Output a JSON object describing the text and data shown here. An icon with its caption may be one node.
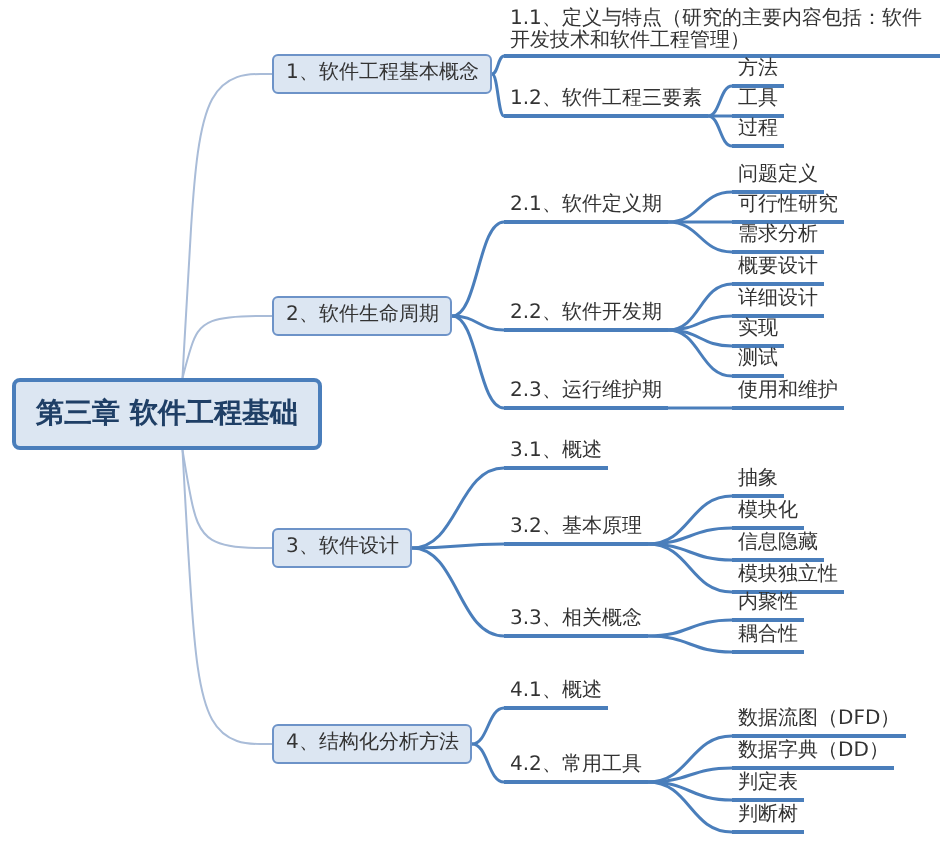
{
  "diagram": {
    "nodes": [
      {
        "text": [
          "第三章 软件工程基础"
        ]
      },
      {
        "text": [
          "1、软件工程基本概念"
        ]
      },
      {
        "text": [
          "1.1、定义与特点（研究的主要内容包括：软件开发技术和软件工程管理）"
        ]
      },
      {
        "text": [
          "1.2、软件工程三要素"
        ]
      },
      {
        "text": [
          "方法"
        ]
      },
      {
        "text": [
          "工具"
        ]
      },
      {
        "text": [
          "过程"
        ]
      },
      {
        "text": [
          "2、软件生命周期"
        ]
      },
      {
        "text": [
          "2.1、软件定义期"
        ]
      },
      {
        "text": [
          "问题定义"
        ]
      },
      {
        "text": [
          "可行性研究"
        ]
      },
      {
        "text": [
          "需求分析"
        ]
      },
      {
        "text": [
          "2.2、软件开发期"
        ]
      },
      {
        "text": [
          "概要设计"
        ]
      },
      {
        "text": [
          "详细设计"
        ]
      },
      {
        "text": [
          "实现"
        ]
      },
      {
        "text": [
          "测试"
        ]
      },
      {
        "text": [
          "2.3、运行维护期"
        ]
      },
      {
        "text": [
          "使用和维护"
        ]
      },
      {
        "text": [
          "3、软件设计"
        ]
      },
      {
        "text": [
          "3.1、概述"
        ]
      },
      {
        "text": [
          "3.2、基本原理"
        ]
      },
      {
        "text": [
          "抽象"
        ]
      },
      {
        "text": [
          "模块化"
        ]
      },
      {
        "text": [
          "信息隐藏"
        ]
      },
      {
        "text": [
          "模块独立性"
        ]
      },
      {
        "text": [
          "3.3、相关概念"
        ]
      },
      {
        "text": [
          "内聚性"
        ]
      },
      {
        "text": [
          "耦合性"
        ]
      },
      {
        "text": [
          "4、结构化分析方法"
        ]
      },
      {
        "text": [
          "4.1、概述"
        ]
      },
      {
        "text": [
          "4.2、常用工具"
        ]
      },
      {
        "text": [
          "数据流图（DFD）"
        ]
      },
      {
        "text": [
          "数据字典（DD）"
        ]
      },
      {
        "text": [
          "判定表"
        ]
      },
      {
        "text": [
          "判断树"
        ]
      }
    ],
    "edges": [
      {
        "from": 0,
        "to": 1,
        "arrow": "none",
        "color": "#a9bcd8"
      },
      {
        "from": 0,
        "to": 7,
        "arrow": "none",
        "color": "#a9bcd8"
      },
      {
        "from": 0,
        "to": 19,
        "arrow": "none",
        "color": "#a9bcd8"
      },
      {
        "from": 0,
        "to": 29,
        "arrow": "none",
        "color": "#a9bcd8"
      },
      {
        "from": 1,
        "to": 2,
        "arrow": "none"
      },
      {
        "from": 1,
        "to": 3,
        "arrow": "none"
      },
      {
        "from": 3,
        "to": 4,
        "arrow": "none"
      },
      {
        "from": 3,
        "to": 5,
        "arrow": "none"
      },
      {
        "from": 3,
        "to": 6,
        "arrow": "none"
      },
      {
        "from": 7,
        "to": 8,
        "arrow": "none"
      },
      {
        "from": 7,
        "to": 12,
        "arrow": "none"
      },
      {
        "from": 7,
        "to": 17,
        "arrow": "none"
      },
      {
        "from": 8,
        "to": 9,
        "arrow": "none"
      },
      {
        "from": 8,
        "to": 10,
        "arrow": "none"
      },
      {
        "from": 8,
        "to": 11,
        "arrow": "none"
      },
      {
        "from": 12,
        "to": 13,
        "arrow": "none"
      },
      {
        "from": 12,
        "to": 14,
        "arrow": "none"
      },
      {
        "from": 12,
        "to": 15,
        "arrow": "none"
      },
      {
        "from": 12,
        "to": 16,
        "arrow": "none"
      },
      {
        "from": 17,
        "to": 18,
        "arrow": "none"
      },
      {
        "from": 19,
        "to": 20,
        "arrow": "none"
      },
      {
        "from": 19,
        "to": 21,
        "arrow": "none"
      },
      {
        "from": 19,
        "to": 26,
        "arrow": "none"
      },
      {
        "from": 21,
        "to": 22,
        "arrow": "none"
      },
      {
        "from": 21,
        "to": 23,
        "arrow": "none"
      },
      {
        "from": 21,
        "to": 24,
        "arrow": "none"
      },
      {
        "from": 21,
        "to": 25,
        "arrow": "none"
      },
      {
        "from": 26,
        "to": 27,
        "arrow": "none"
      },
      {
        "from": 26,
        "to": 28,
        "arrow": "none"
      },
      {
        "from": 29,
        "to": 30,
        "arrow": "none"
      },
      {
        "from": 29,
        "to": 31,
        "arrow": "none"
      },
      {
        "from": 31,
        "to": 32,
        "arrow": "none"
      },
      {
        "from": 31,
        "to": 33,
        "arrow": "none"
      },
      {
        "from": 31,
        "to": 34,
        "arrow": "none"
      },
      {
        "from": 31,
        "to": 35,
        "arrow": "none"
      }
    ]
  }
}
